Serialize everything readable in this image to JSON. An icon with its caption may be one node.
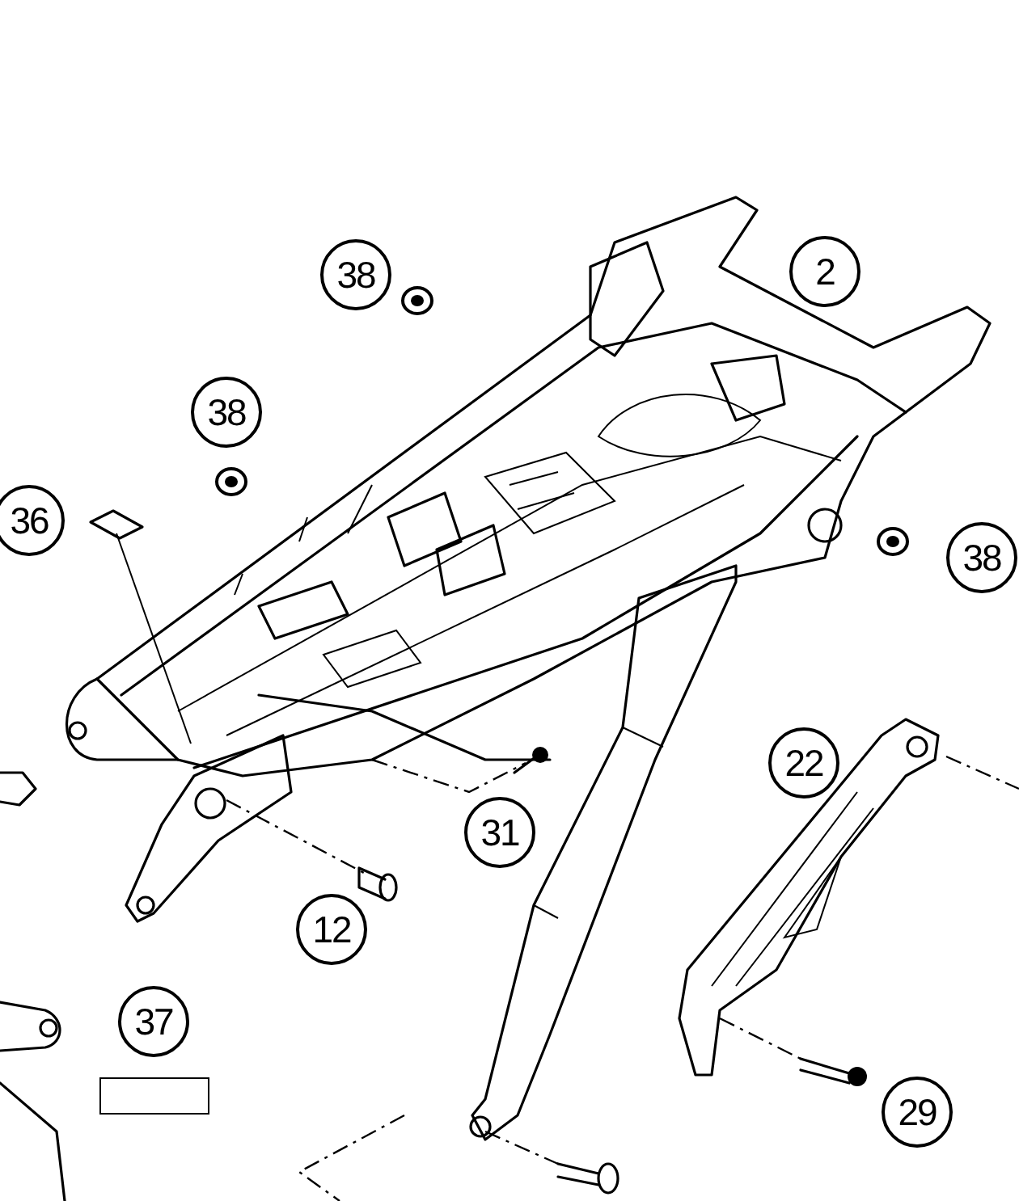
{
  "diagram": {
    "labels": [
      "38",
      "2",
      "38",
      "36",
      "38",
      "22",
      "31",
      "12",
      "37",
      "29"
    ]
  }
}
